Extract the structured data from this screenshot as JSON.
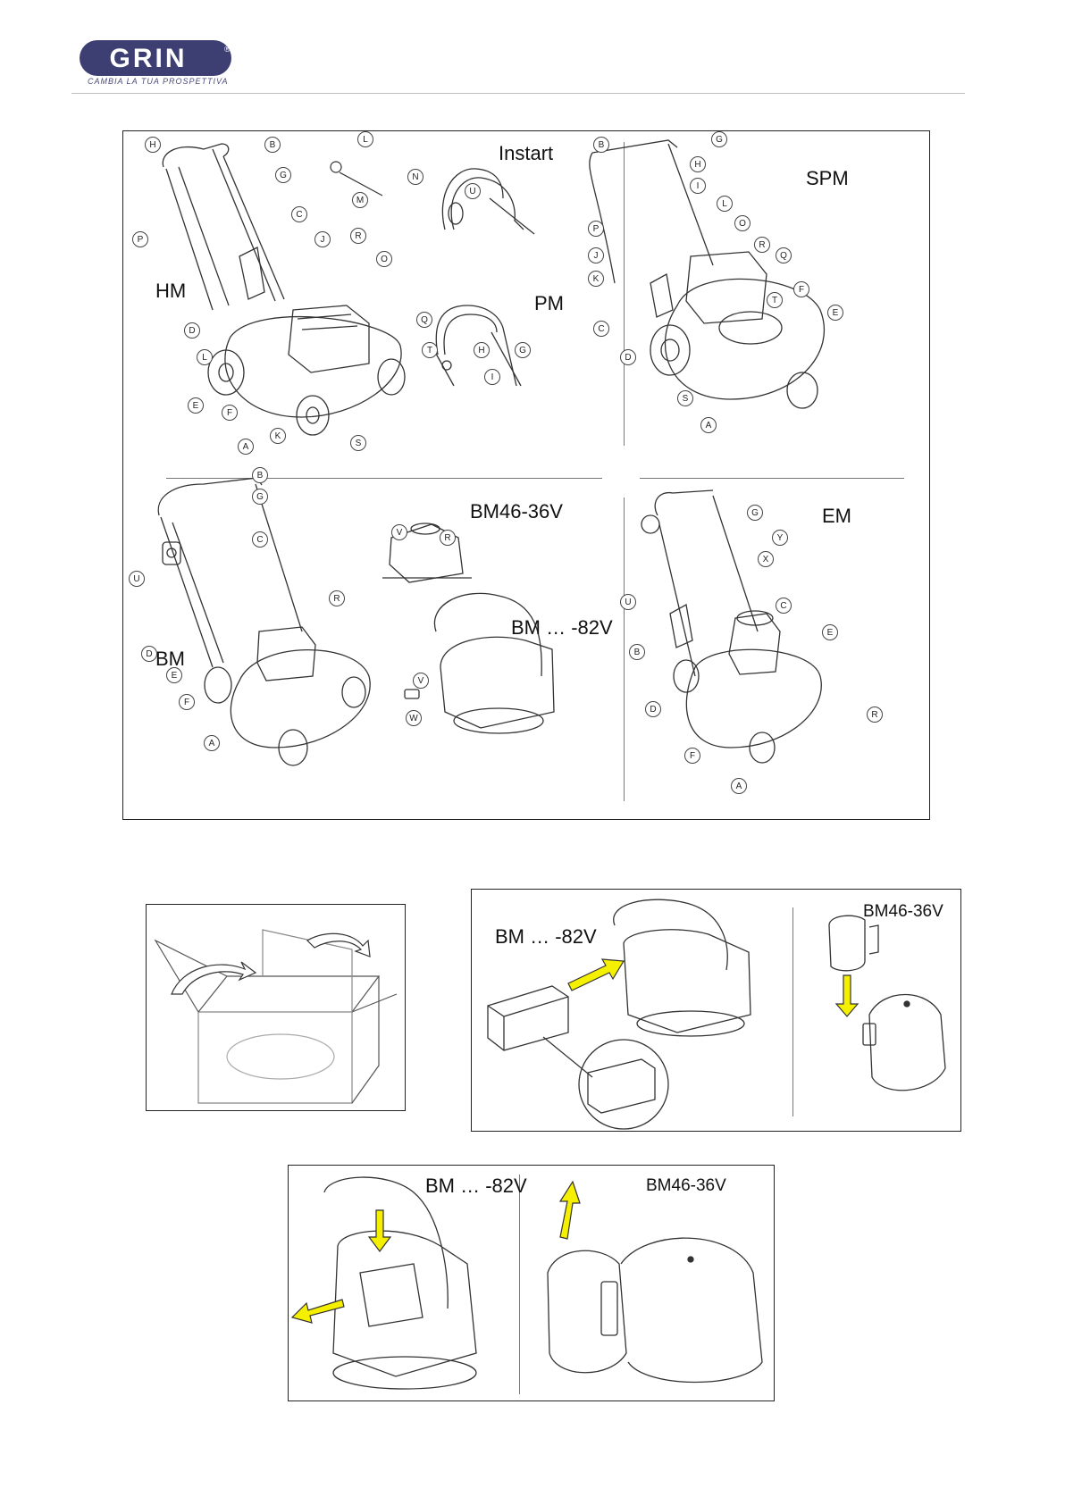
{
  "header": {
    "logo_text": "GRIN",
    "logo_reg": "®",
    "tagline": "CAMBIA LA TUA PROSPETTIVA",
    "brand_color": "#3d3f73"
  },
  "figure_main": {
    "models": {
      "hm": "HM",
      "instart": "Instart",
      "pm": "PM",
      "spm": "SPM",
      "bm": "BM",
      "bm46": "BM46-36V",
      "bm82": "BM … -82V",
      "em": "EM"
    },
    "callouts": {
      "hm": [
        "H",
        "B",
        "G",
        "P",
        "C",
        "J",
        "R",
        "O",
        "D",
        "Q",
        "L",
        "T",
        "E",
        "F",
        "A",
        "K",
        "S"
      ],
      "accessory": [
        "L",
        "N",
        "M"
      ],
      "instart": [
        "U"
      ],
      "pm": [
        "H",
        "G",
        "I"
      ],
      "spm": [
        "B",
        "G",
        "H",
        "I",
        "L",
        "O",
        "P",
        "R",
        "J",
        "Q",
        "K",
        "T",
        "F",
        "E",
        "C",
        "D",
        "S",
        "A"
      ],
      "bm": [
        "B",
        "G",
        "U",
        "C",
        "R",
        "D",
        "E",
        "F",
        "A"
      ],
      "bm46": [
        "V",
        "R"
      ],
      "bm82": [
        "V",
        "W"
      ],
      "em": [
        "G",
        "Y",
        "X",
        "U",
        "C",
        "E",
        "B",
        "D",
        "R",
        "F",
        "A"
      ]
    }
  },
  "figure_battery_insert": {
    "bm82_label": "BM … -82V",
    "bm46_label": "BM46-36V",
    "arrow_color": "#f5ef00"
  },
  "figure_battery_remove": {
    "bm82_label": "BM … -82V",
    "bm46_label": "BM46-36V"
  }
}
